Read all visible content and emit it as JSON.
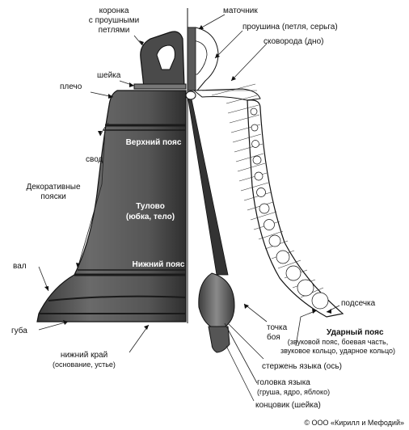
{
  "labels": {
    "koronka": [
      "коронка",
      "с проушными",
      "петлями"
    ],
    "sheyka": "шейка",
    "plecho": "плечо",
    "svod": "свод",
    "decor": [
      "Декоративные",
      "пояски"
    ],
    "val": "вал",
    "guba": "губа",
    "nizhniy_kray": "нижний край",
    "nizhniy_kray_sub": "(основание, устье)",
    "matochnik": "маточник",
    "proushina": "проушина (петля, серьга)",
    "skovoroda": "сковорода (дно)",
    "verhniy_poyas": "Верхний пояс",
    "tulovo": "Тулово",
    "tulovo_sub": "(юбка, тело)",
    "nizhniy_poyas": "Нижний пояс",
    "podsechka": "подсечка",
    "udarniy_poyas": "Ударный пояс",
    "udarniy_sub": [
      "(звуковой пояс, боевая часть,",
      "звуковое кольцо, ударное кольцо)"
    ],
    "tochka_boya": [
      "точка",
      "боя"
    ],
    "sterzhen": "стержень языка (ось)",
    "golovka": "головка языка",
    "golovka_sub": "(груша, ядро, яблоко)",
    "koncovik": "концовик (шейка)",
    "copyright": "© ООО «Кирилл и Мефодий»"
  },
  "colors": {
    "bell_dark": "#4a4a4a",
    "bell_mid": "#6e6e6e",
    "bell_light": "#9a9a9a",
    "outline": "#111111"
  }
}
